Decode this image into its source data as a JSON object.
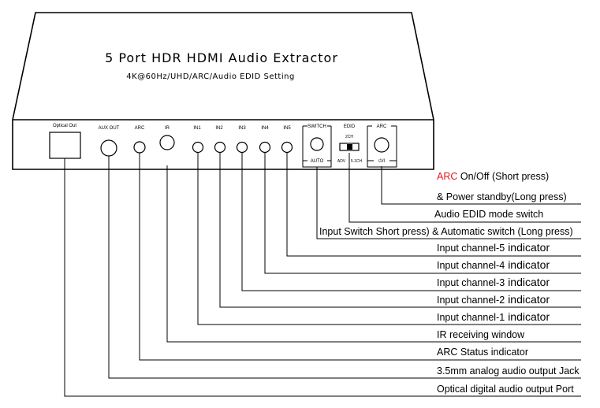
{
  "device": {
    "title": "5 Port HDR HDMI Audio Extractor",
    "subtitle": "4K@60Hz/UHD/ARC/Audio EDID Setting"
  },
  "panel_labels": {
    "optical_out": "Optical Out",
    "aux_out": "AUX OUT",
    "arc": "ARC",
    "ir": "IR",
    "in1": "IN1",
    "in2": "IN2",
    "in3": "IN3",
    "in4": "IN4",
    "in5": "IN5",
    "switch": "SWITCH",
    "auto": "AUTO",
    "edid": "EDID",
    "edid_2ch": "2CH",
    "edid_adv": "ADV",
    "edid_5_1ch": "5.1CH",
    "arc_button": "ARC",
    "power_symbol": "⏻/I"
  },
  "callouts": {
    "arc_highlight": "ARC",
    "arc_onoff": " On/Off (Short press)",
    "power_standby": "& Power standby(Long press)",
    "edid_switch": "Audio EDID mode switch",
    "input_switch": "Input Switch Short press) & Automatic switch (Long press)",
    "in5_label": "Input channel-5",
    "in4_label": "Input channel-4",
    "in3_label": "Input channel-3",
    "in2_label": "Input channel-2",
    "in1_label": "Input channel-1",
    "indicator_word": "indicator",
    "ir_window": "IR receiving window",
    "arc_status": "ARC Status indicator",
    "aux_jack": "3.5mm analog audio output Jack",
    "optical_port": "Optical digital audio output Port"
  },
  "colors": {
    "line": "#000000",
    "accent_red": "#e8141c",
    "background": "#ffffff"
  }
}
